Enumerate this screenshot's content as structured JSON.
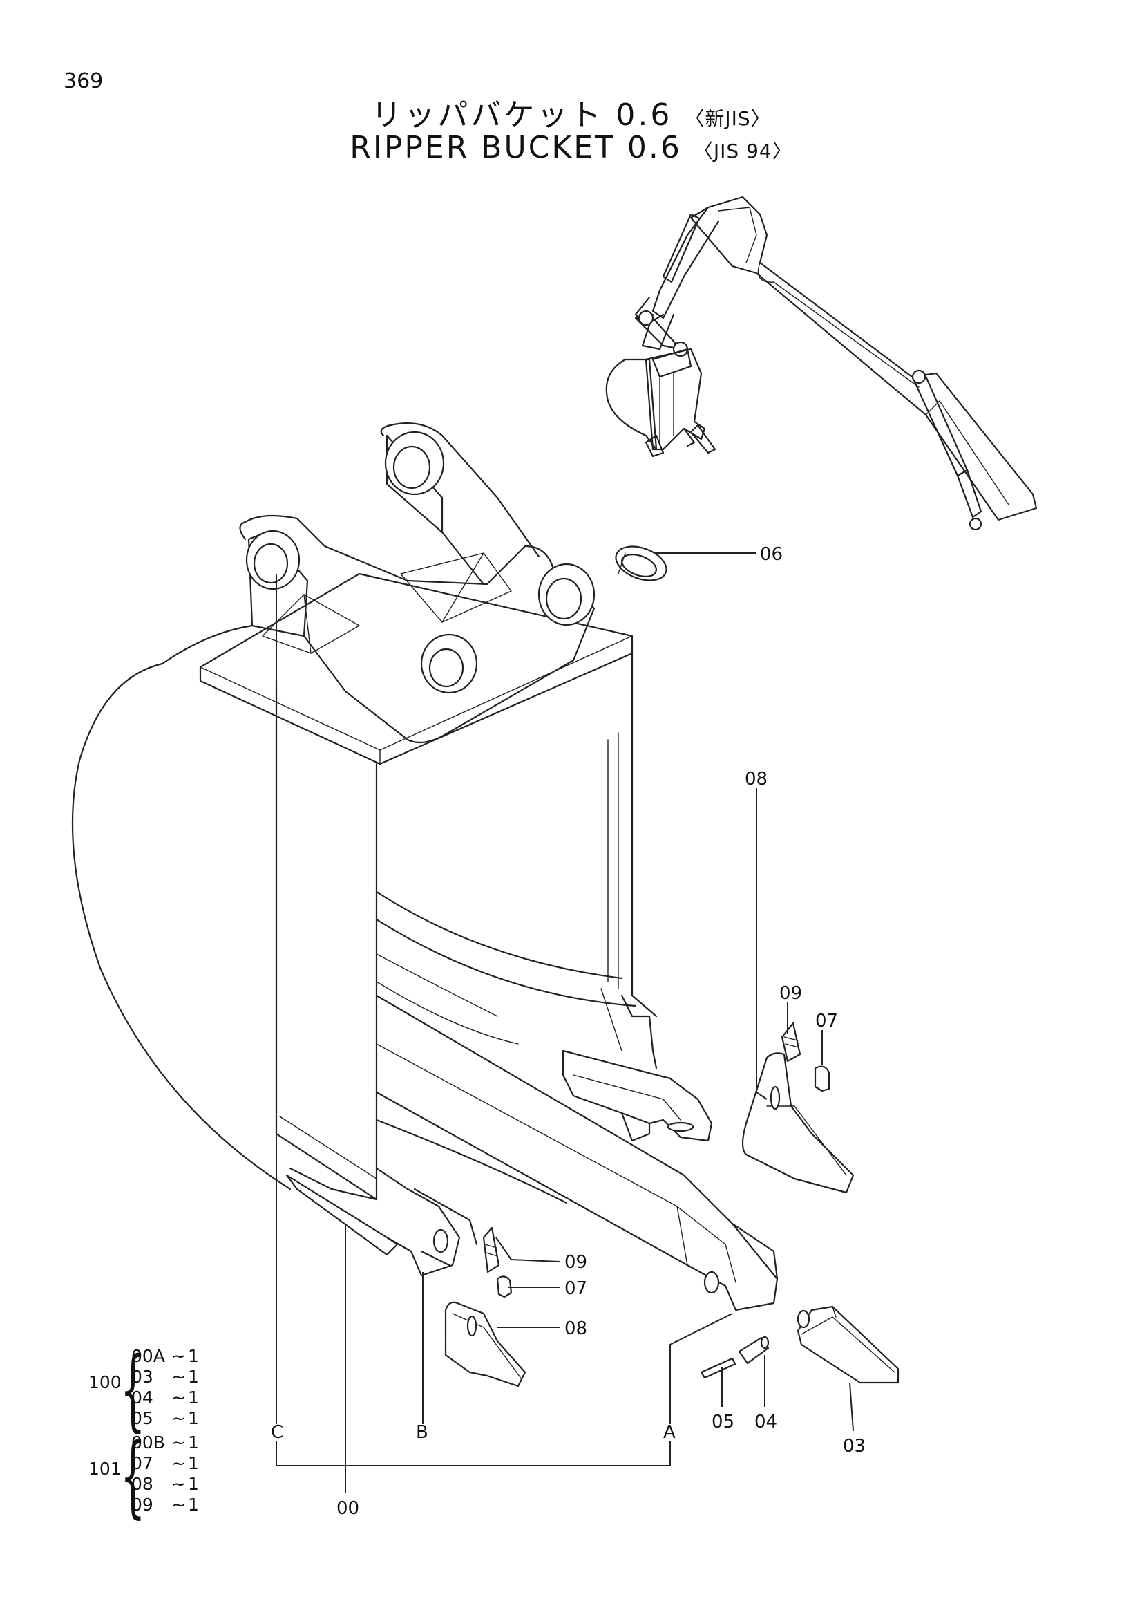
{
  "page_number": "369",
  "title": {
    "jp_main": "リッパバケット 0.6",
    "jp_std": "〈新JIS〉",
    "en_main": "RIPPER BUCKET 0.6",
    "en_std": "〈JIS 94〉"
  },
  "callouts": {
    "p06": "06",
    "p08_upper": "08",
    "p09_upper": "09",
    "p07_upper": "07",
    "p09_lower": "09",
    "p07_lower": "07",
    "p08_lower": "08",
    "p05": "05",
    "p04": "04",
    "p03": "03",
    "p00": "00",
    "ref_a": "A",
    "ref_b": "B",
    "ref_c": "C"
  },
  "kits": [
    {
      "number": "100",
      "items": [
        {
          "code": "00A",
          "tilde": "~",
          "qty": "1"
        },
        {
          "code": "03",
          "tilde": "~",
          "qty": "1"
        },
        {
          "code": "04",
          "tilde": "~",
          "qty": "1"
        },
        {
          "code": "05",
          "tilde": "~",
          "qty": "1"
        }
      ]
    },
    {
      "number": "101",
      "items": [
        {
          "code": "00B",
          "tilde": "~",
          "qty": "1"
        },
        {
          "code": "07",
          "tilde": "~",
          "qty": "1"
        },
        {
          "code": "08",
          "tilde": "~",
          "qty": "1"
        },
        {
          "code": "09",
          "tilde": "~",
          "qty": "1"
        }
      ]
    }
  ]
}
